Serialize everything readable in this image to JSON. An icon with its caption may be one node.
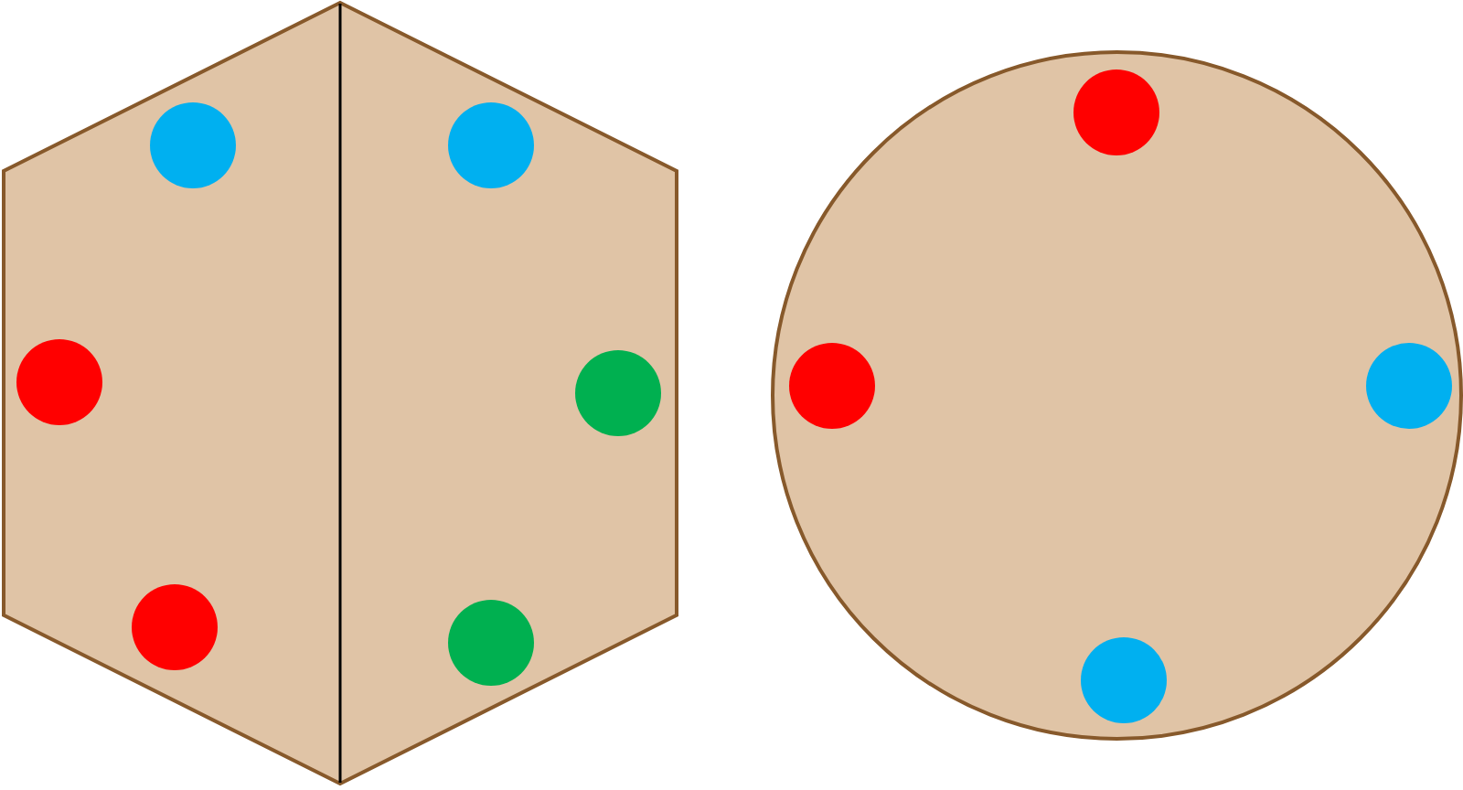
{
  "diagram": {
    "nodes": [
      {
        "text": [],
        "shape": "hexagon"
      },
      {
        "text": [],
        "shape": "circle",
        "in": 0
      },
      {
        "text": [],
        "shape": "circle",
        "in": 0
      },
      {
        "text": [],
        "shape": "circle",
        "in": 0
      },
      {
        "text": [],
        "shape": "circle",
        "in": 0
      },
      {
        "text": [],
        "shape": "circle",
        "in": 0
      },
      {
        "text": [],
        "shape": "circle",
        "in": 0
      },
      {
        "text": [],
        "shape": "circle"
      },
      {
        "text": [],
        "shape": "circle",
        "in": 7
      },
      {
        "text": [],
        "shape": "circle",
        "in": 7
      },
      {
        "text": [],
        "shape": "circle",
        "in": 7
      },
      {
        "text": [],
        "shape": "circle",
        "in": 7
      }
    ]
  }
}
